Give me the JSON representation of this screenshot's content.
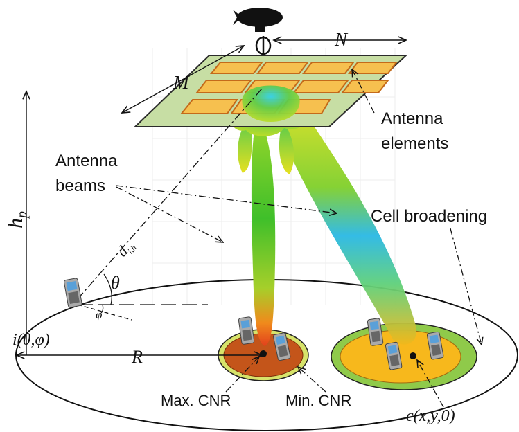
{
  "labels": {
    "antenna_elements_line1": "Antenna",
    "antenna_elements_line2": "elements",
    "antenna_beams_line1": "Antenna",
    "antenna_beams_line2": "beams",
    "cell_broadening": "Cell broadening",
    "max_cnr": "Max. CNR",
    "min_cnr": "Min. CNR",
    "M": "M",
    "N": "N",
    "R": "R",
    "theta": "θ",
    "phi": "φ",
    "hp_base": "h",
    "hp_sub": "p",
    "d_base": "d",
    "d_sub": "i,h",
    "user_point": "i(θ,φ)",
    "cell_center": "c(x,y,0)"
  },
  "colors": {
    "panel_fill": "#c7dea4",
    "panel_stroke": "#2b2b2b",
    "element_fill": "#f6c04f",
    "element_stroke": "#c46a1a",
    "cell1_outer": "#d7e36a",
    "cell1_inner": "#c4551a",
    "cell2_outer": "#8fca4a",
    "cell2_inner": "#f7b81c",
    "beam_green": "#3fbf2a",
    "beam_yellow": "#d8e020",
    "beam_cyan": "#29c9e4",
    "beam_red": "#e2401c",
    "airship": "#111111"
  }
}
